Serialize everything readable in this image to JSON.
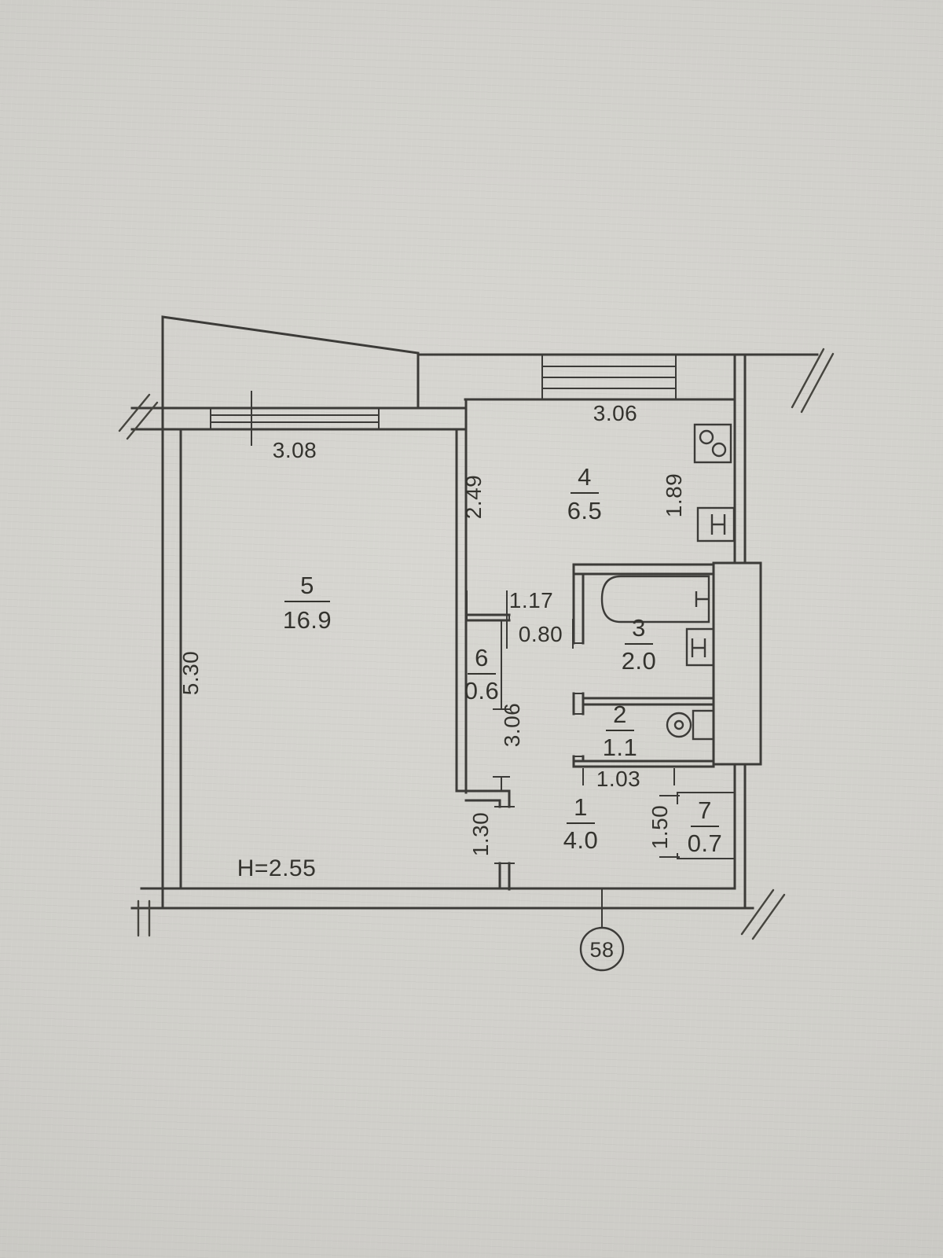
{
  "plan": {
    "apartment_number": "58",
    "height_note": "H=2.55",
    "rooms": [
      {
        "number": "5",
        "area": "16.9"
      },
      {
        "number": "4",
        "area": "6.5"
      },
      {
        "number": "3",
        "area": "2.0"
      },
      {
        "number": "2",
        "area": "1.1"
      },
      {
        "number": "1",
        "area": "4.0"
      },
      {
        "number": "6",
        "area": "0.6"
      },
      {
        "number": "7",
        "area": "0.7"
      }
    ],
    "dimensions": {
      "window_left": "3.08",
      "window_right": "3.06",
      "side_wall": "5.30",
      "kitchen_depth_left": "2.49",
      "kitchen_depth_right": "1.89",
      "vestibule_width": "1.17",
      "kitchen_door": "0.80",
      "corridor_length": "3.06",
      "room_door": "1.30",
      "wc_width": "1.03",
      "closet_door": "1.50"
    },
    "fixtures": [
      "stove-icon",
      "kitchen-sink-icon",
      "bathtub-icon",
      "bath-sink-icon",
      "toilet-icon",
      "vent-shaft"
    ],
    "colors": {
      "ink": "#3c3b38",
      "paper": "#d0cfca"
    }
  }
}
